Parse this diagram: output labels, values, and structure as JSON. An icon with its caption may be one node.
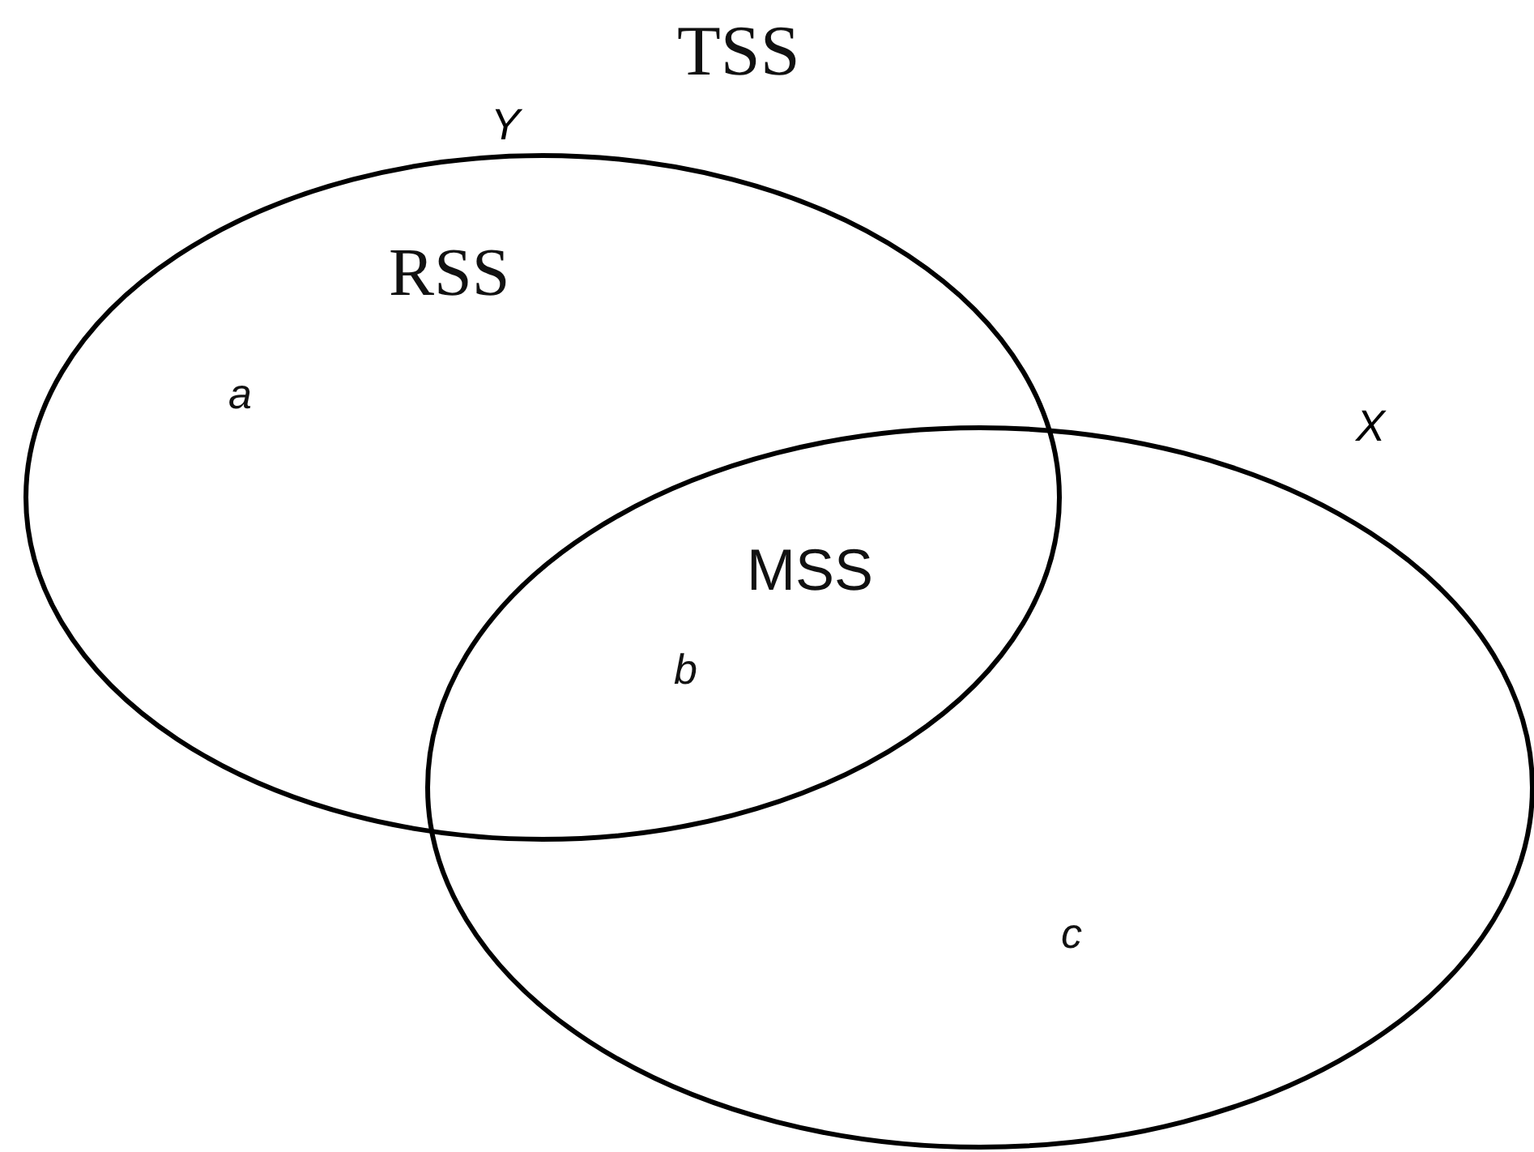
{
  "diagram": {
    "nodes": [
      {
        "text": [
          "Y"
        ]
      },
      {
        "text": [
          "X"
        ]
      }
    ],
    "labels": [
      "TSS",
      "RSS",
      "a",
      "MSS",
      "b",
      "c"
    ]
  }
}
